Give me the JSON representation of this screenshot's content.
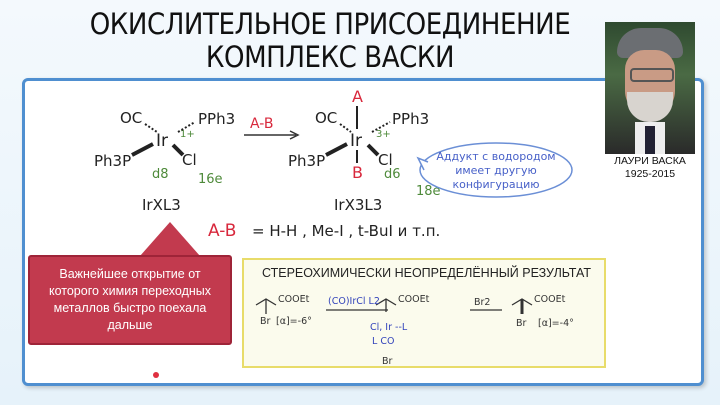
{
  "slide": {
    "title_line1": "ОКИСЛИТЕЛЬНОЕ ПРИСОЕДИНЕНИЕ",
    "title_line2": "КОМПЛЕКС ВАСКИ"
  },
  "photo": {
    "name": "ЛАУРИ ВАСКА",
    "years": "1925-2015"
  },
  "reactant": {
    "ligand_oc": "OC",
    "ligand_pph3_top": "PPh3",
    "metal": "Ir",
    "ox": "1+",
    "ligand_pph3_left": "Ph3P",
    "ligand_cl": "Cl",
    "d": "d8",
    "electrons": "16e",
    "formula": "IrXL3"
  },
  "arrow": {
    "label": "A-B"
  },
  "product": {
    "a": "A",
    "b": "B",
    "ligand_oc": "OC",
    "ligand_pph3_top": "PPh3",
    "metal": "Ir",
    "ox": "3+",
    "ligand_pph3_left": "Ph3P",
    "ligand_cl": "Cl",
    "d": "d6",
    "electrons": "18e",
    "formula": "IrX3L3"
  },
  "bubble": {
    "line1": "Аддукт с водородом",
    "line2": "имеет другую",
    "line3": "конфигурацию"
  },
  "examples": {
    "lhs": "A-B",
    "rhs": "= H-H , Me-I , t-BuI  и т.п."
  },
  "callout": {
    "text": "Важнейшее открытие от которого химия переходных металлов быстро поехала дальше"
  },
  "stereo": {
    "heading": "СТЕРЕОХИМИЧЕСКИ НЕОПРЕДЕЛЁННЫЙ РЕЗУЛЬТАТ",
    "sub1": "COOEt",
    "br1": "Br",
    "alpha1": "[α]=-6°",
    "reagent1": "(CO)IrCl L2",
    "sub2": "COOEt",
    "ir_complex_top": "Cl, Ir --L",
    "ir_complex_bottom": "L      CO",
    "br2": "Br",
    "reagent2": "Br2",
    "sub3": "COOEt",
    "br3": "Br",
    "alpha3": "[α]=-4°"
  },
  "colors": {
    "border": "#4f8fd0",
    "callout": "#c23a4e",
    "red": "#d8283c",
    "green": "#4e8a3a",
    "blue": "#3344bb"
  }
}
